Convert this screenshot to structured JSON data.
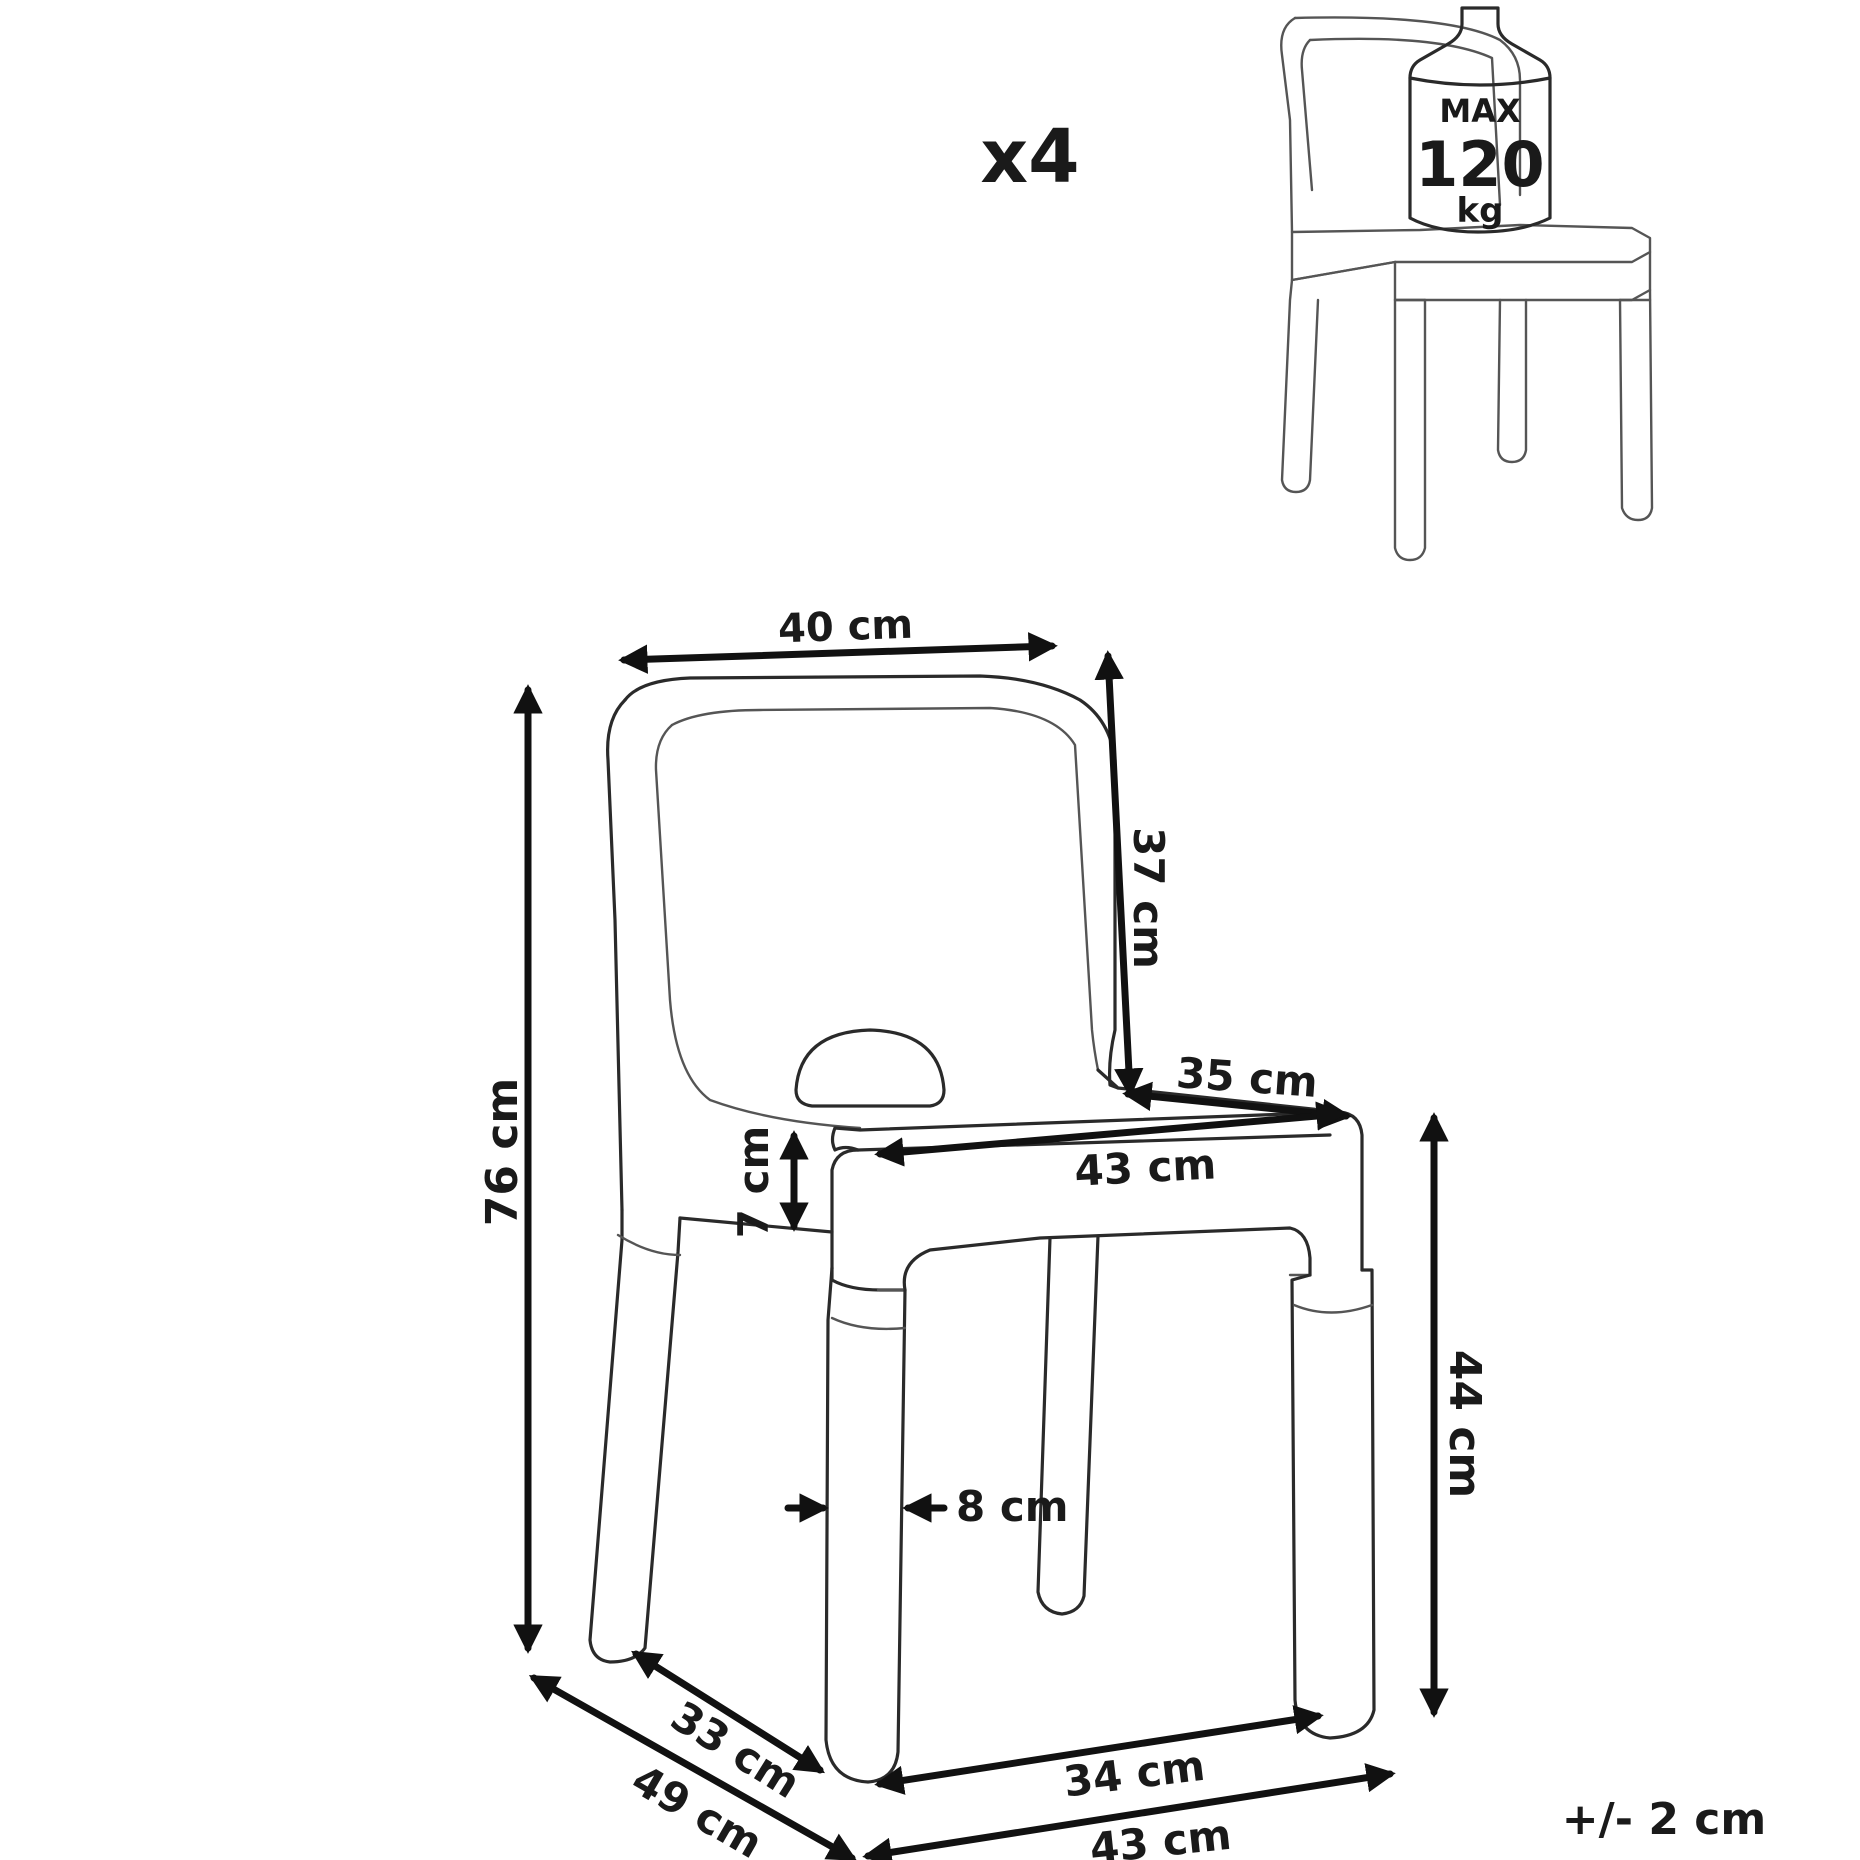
{
  "quantity_label": "x4",
  "weight_badge": {
    "line1": "MAX",
    "line2": "120",
    "line3": "kg"
  },
  "tolerance_label": "+/- 2 cm",
  "dimensions": {
    "backrest_width": "40 cm",
    "backrest_height": "37 cm",
    "seat_depth": "35 cm",
    "seat_width": "43 cm",
    "seat_thickness": "7 cm",
    "total_height": "76 cm",
    "seat_height": "44 cm",
    "leg_width": "8 cm",
    "leg_span_side": "33 cm",
    "total_depth": "49 cm",
    "leg_span_front": "34 cm",
    "total_width": "43 cm"
  }
}
